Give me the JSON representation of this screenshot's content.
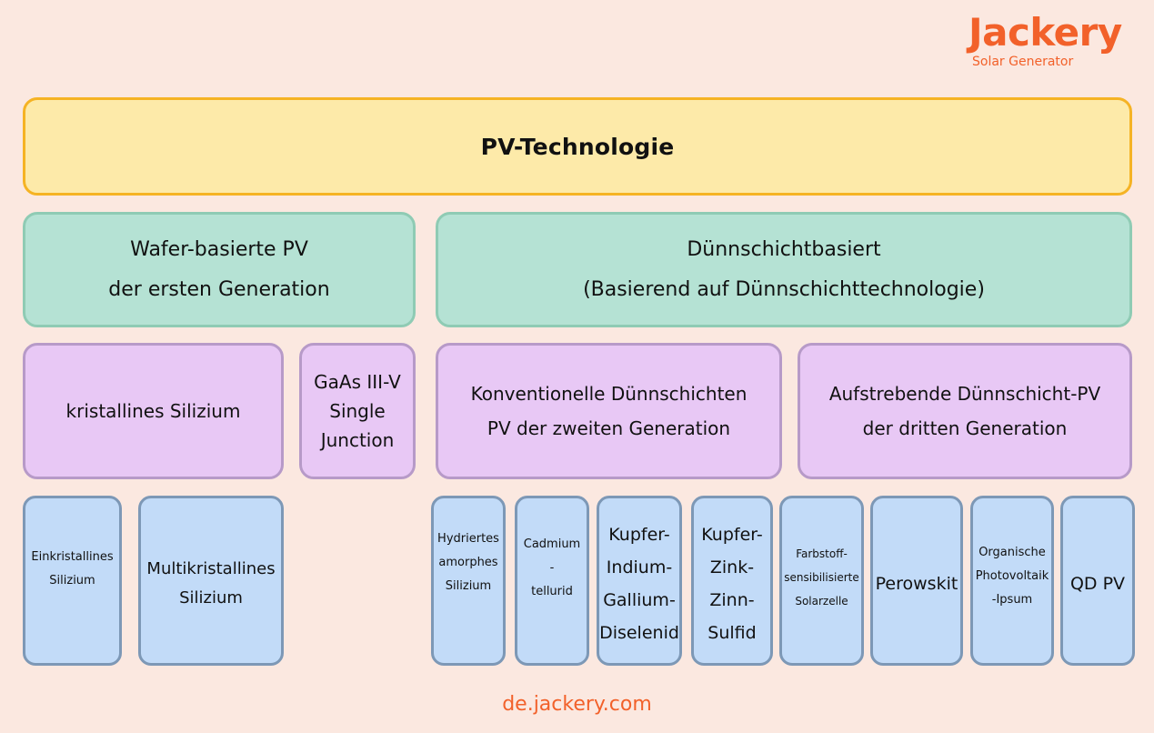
{
  "logo": {
    "brand": "Jackery",
    "tagline": "Solar Generator",
    "brand_color": "#f2612a"
  },
  "root": {
    "label": "PV-Technologie"
  },
  "level2": [
    {
      "lines": [
        "Wafer-basierte PV",
        "der ersten Generation"
      ]
    },
    {
      "lines": [
        "Dünnschichtbasiert",
        "(Basierend auf Dünnschichttechnologie)"
      ]
    }
  ],
  "level3": [
    {
      "lines": [
        "kristallines Silizium"
      ]
    },
    {
      "lines": [
        "GaAs III-V",
        "Single",
        "Junction"
      ]
    },
    {
      "lines": [
        "Konventionelle Dünnschichten",
        "PV der zweiten Generation"
      ]
    },
    {
      "lines": [
        "Aufstrebende Dünnschicht-PV",
        "der dritten Generation"
      ]
    }
  ],
  "leaves": [
    {
      "lines": [
        "Einkristallines",
        "Silizium"
      ]
    },
    {
      "lines": [
        "Multikristallines",
        "Silizium"
      ]
    },
    {
      "lines": [
        "Hydriertes",
        "amorphes",
        "Silizium"
      ]
    },
    {
      "lines": [
        "Cadmium",
        "-",
        "tellurid"
      ]
    },
    {
      "lines": [
        "Kupfer-",
        "Indium-",
        "Gallium-",
        "Diselenid"
      ]
    },
    {
      "lines": [
        "Kupfer-",
        "Zink-",
        "Zinn-",
        "Sulfid"
      ]
    },
    {
      "lines": [
        "Farbstoff-",
        "sensibilisierte",
        "Solarzelle"
      ]
    },
    {
      "lines": [
        "Perowskit"
      ]
    },
    {
      "lines": [
        "Organische",
        "Photovoltaik",
        "-Ipsum"
      ]
    },
    {
      "lines": [
        "QD PV"
      ]
    }
  ],
  "colors": {
    "background": "#fbe8e0",
    "root_fill": "#fdeaa9",
    "root_border": "#f5b324",
    "level2_fill": "#b5e2d4",
    "level2_border": "#8fcbb4",
    "level3_fill": "#e8c8f5",
    "level3_border": "#b79ac8",
    "leaf_fill": "#c2dbf8",
    "leaf_border": "#7d98b6"
  },
  "footer": {
    "url": "de.jackery.com"
  }
}
